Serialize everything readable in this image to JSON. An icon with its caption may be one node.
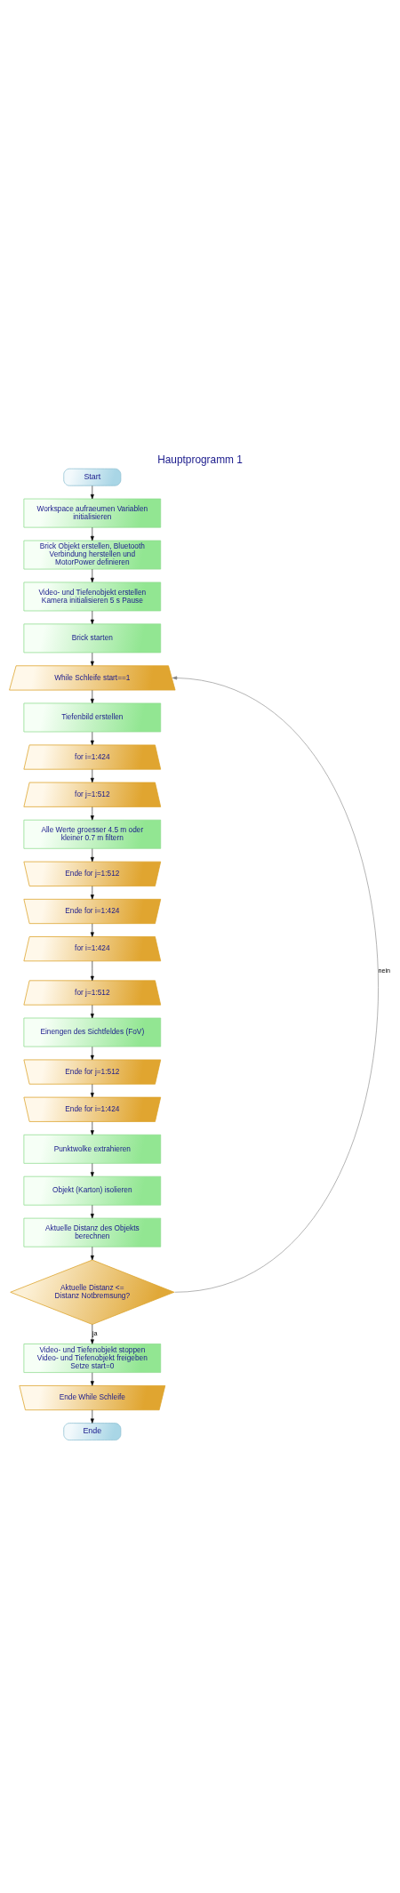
{
  "diagram": {
    "title": "Hauptprogramm 1",
    "nodes": [
      {
        "text": [
          "Start"
        ]
      },
      {
        "text": [
          "Workspace aufraeumen Variablen initialisieren"
        ]
      },
      {
        "text": [
          "Brick Objekt erstellen, Bluetooth Verbindung herstellen und MotorPower definieren"
        ]
      },
      {
        "text": [
          "Video- und Tiefenobjekt erstellen Kamera initialisieren 5 s Pause"
        ]
      },
      {
        "text": [
          "Brick starten"
        ]
      },
      {
        "text": [
          "While Schleife start==1"
        ]
      },
      {
        "text": [
          "Tiefenbild erstellen"
        ]
      },
      {
        "text": [
          "for i=1:424"
        ]
      },
      {
        "text": [
          "for j=1:512"
        ]
      },
      {
        "text": [
          "Alle Werte groesser 4.5 m oder kleiner 0.7 m filtern"
        ]
      },
      {
        "text": [
          "Ende for j=1:512"
        ]
      },
      {
        "text": [
          "Ende for i=1:424"
        ]
      },
      {
        "text": [
          "for i=1:424"
        ]
      },
      {
        "text": [
          "for j=1:512"
        ]
      },
      {
        "text": [
          "Einengen des Sichtfeldes (FoV)"
        ]
      },
      {
        "text": [
          "Ende for j=1:512"
        ]
      },
      {
        "text": [
          "Ende for i=1:424"
        ]
      },
      {
        "text": [
          "Punktwolke extrahieren"
        ]
      },
      {
        "text": [
          "Objekt (Karton) isolieren"
        ]
      },
      {
        "text": [
          "Aktuelle Distanz des Objekts berechnen"
        ]
      },
      {
        "text": [
          "Aktuelle Distanz <= Distanz Notbremsung?"
        ]
      },
      {
        "text": [
          "Video- und Tiefenobjekt stoppen Video- und Tiefenobjekt freigeben Setze start=0"
        ]
      },
      {
        "text": [
          "Ende While Schleife"
        ]
      },
      {
        "text": [
          "Ende"
        ]
      }
    ],
    "edges": [
      {
        "from": 0,
        "to": 1,
        "arrow": "to"
      },
      {
        "from": 1,
        "to": 2,
        "arrow": "to"
      },
      {
        "from": 2,
        "to": 3,
        "arrow": "to"
      },
      {
        "from": 3,
        "to": 4,
        "arrow": "to"
      },
      {
        "from": 4,
        "to": 5,
        "arrow": "to"
      },
      {
        "from": 5,
        "to": 6,
        "arrow": "to"
      },
      {
        "from": 6,
        "to": 7,
        "arrow": "to"
      },
      {
        "from": 7,
        "to": 8,
        "arrow": "to"
      },
      {
        "from": 8,
        "to": 9,
        "arrow": "to"
      },
      {
        "from": 9,
        "to": 10,
        "arrow": "to"
      },
      {
        "from": 10,
        "to": 11,
        "arrow": "to"
      },
      {
        "from": 11,
        "to": 12,
        "arrow": "to"
      },
      {
        "from": 12,
        "to": 13,
        "arrow": "to"
      },
      {
        "from": 13,
        "to": 14,
        "arrow": "to"
      },
      {
        "from": 14,
        "to": 15,
        "arrow": "to"
      },
      {
        "from": 15,
        "to": 16,
        "arrow": "to"
      },
      {
        "from": 16,
        "to": 17,
        "arrow": "to"
      },
      {
        "from": 17,
        "to": 18,
        "arrow": "to"
      },
      {
        "from": 18,
        "to": 19,
        "arrow": "to"
      },
      {
        "from": 19,
        "to": 20,
        "arrow": "to"
      },
      {
        "from": 20,
        "to": 21,
        "arrow": "to",
        "label": "ja"
      },
      {
        "from": 21,
        "to": 22,
        "arrow": "to"
      },
      {
        "from": 22,
        "to": 23,
        "arrow": "to"
      },
      {
        "from": 20,
        "to": 5,
        "arrow": "to",
        "label": "nein",
        "color": "#808080"
      }
    ]
  }
}
